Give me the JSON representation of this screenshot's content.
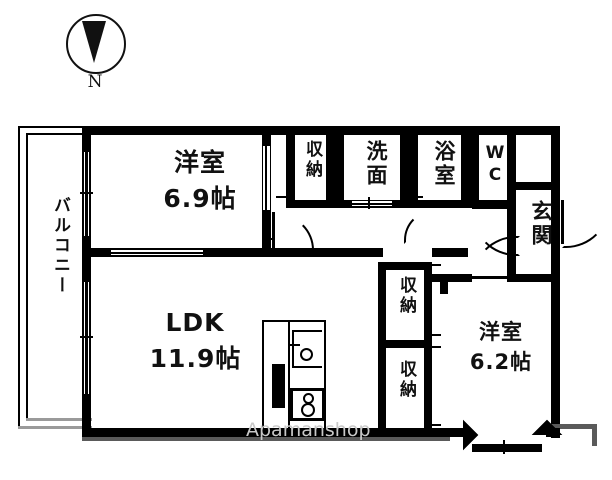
{
  "document": {
    "type": "floor-plan",
    "watermark": "Apamanshop"
  },
  "compass": {
    "icon": "north-arrow-icon",
    "label": "N"
  },
  "rooms": [
    {
      "id": "balcony",
      "name": "バルコニー",
      "size": "",
      "orientation": "vertical"
    },
    {
      "id": "washitsu-69",
      "name": "洋室",
      "size": "6.9帖",
      "orientation": "horizontal"
    },
    {
      "id": "ldk",
      "name": "LDK",
      "size": "11.9帖",
      "orientation": "horizontal"
    },
    {
      "id": "closet-1",
      "name": "収納",
      "size": "",
      "orientation": "vertical"
    },
    {
      "id": "senmen",
      "name": "洗面",
      "size": "",
      "orientation": "vertical"
    },
    {
      "id": "yokushitsu",
      "name": "浴室",
      "size": "",
      "orientation": "vertical"
    },
    {
      "id": "wc",
      "name": "WC",
      "size": "",
      "orientation": "vertical"
    },
    {
      "id": "genkan",
      "name": "玄関",
      "size": "",
      "orientation": "vertical"
    },
    {
      "id": "closet-2",
      "name": "収納",
      "size": "",
      "orientation": "vertical"
    },
    {
      "id": "closet-3",
      "name": "収納",
      "size": "",
      "orientation": "vertical"
    },
    {
      "id": "washitsu-62",
      "name": "洋室",
      "size": "6.2帖",
      "orientation": "horizontal"
    }
  ],
  "labels": {
    "balcony": "バルコニー",
    "room_69_name": "洋室",
    "room_69_size": "6.9帖",
    "ldk_name": "LDK",
    "ldk_size": "11.9帖",
    "closet_top": "収納",
    "washbasin": "洗面",
    "bathroom": "浴室",
    "toilet": "WC",
    "entrance": "玄関",
    "closet_mid": "収納",
    "closet_low": "収納",
    "room_62_name": "洋室",
    "room_62_size": "6.2帖",
    "watermark": "Apamanshop",
    "compass_n": "N"
  },
  "colors": {
    "wall": "#000000",
    "wall_shadow": "#5a5a5a",
    "background": "#ffffff",
    "watermark": "#c9c9c9",
    "balcony_rail": "#000000"
  }
}
